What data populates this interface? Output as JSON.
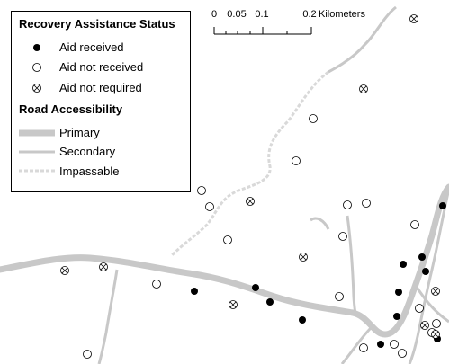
{
  "legend": {
    "assistance_title": "Recovery Assistance Status",
    "items": [
      {
        "label": "Aid received",
        "symbol": "filled-circle"
      },
      {
        "label": "Aid not received",
        "symbol": "open-circle"
      },
      {
        "label": "Aid not required",
        "symbol": "crossed-circle"
      }
    ],
    "road_title": "Road Accessibility",
    "roads": [
      {
        "label": "Primary",
        "style": "thick-gray-line"
      },
      {
        "label": "Secondary",
        "style": "thin-gray-line"
      },
      {
        "label": "Impassable",
        "style": "dashed-light-line"
      }
    ]
  },
  "scale": {
    "ticks": [
      "0",
      "0.05",
      "0.1",
      "0.2"
    ],
    "units": "Kilometers"
  },
  "colors": {
    "primary_road": "#c8c8c8",
    "secondary_road": "#c8c8c8",
    "impassable_road": "#d9d9d9",
    "aid_received": "#000000",
    "aid_not_received": "#ffffff",
    "outline": "#555555"
  },
  "markers": {
    "aid_received_count": 12,
    "aid_not_received_count": 20,
    "aid_not_required_count": 10
  }
}
